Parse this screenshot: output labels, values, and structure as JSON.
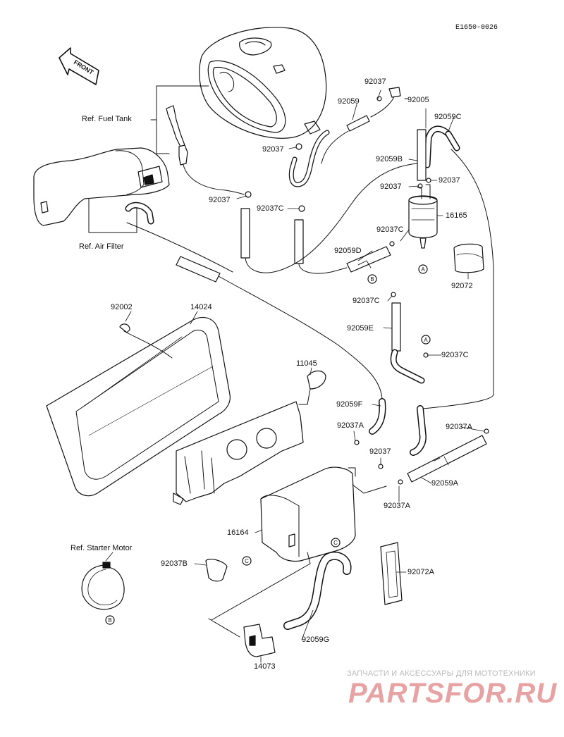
{
  "header": {
    "code": "E1650-0026"
  },
  "front_label": "FRONT",
  "refs": {
    "fuel_tank": "Ref. Fuel Tank",
    "air_filter": "Ref. Air Filter",
    "starter_motor": "Ref. Starter Motor"
  },
  "parts": {
    "p92037_top": "92037",
    "p92059": "92059",
    "p92005": "92005",
    "p92059C": "92059C",
    "p92037_l": "92037",
    "p92059B": "92059B",
    "p92037_mid_l": "92037",
    "p92037_mid_r": "92037",
    "p16165": "16165",
    "p92037_left": "92037",
    "p92037C_a": "92037C",
    "p92037C_b": "92037C",
    "p92059D": "92059D",
    "p92072": "92072",
    "p92037C_c": "92037C",
    "p92059E": "92059E",
    "p92037C_d": "92037C",
    "p92002": "92002",
    "p14024": "14024",
    "p11045": "11045",
    "p92059F": "92059F",
    "p92037A_a": "92037A",
    "p92037A_b": "92037A",
    "p92037_low": "92037",
    "p92059A": "92059A",
    "p92037A_c": "92037A",
    "p16164": "16164",
    "p92037B": "92037B",
    "p92072A": "92072A",
    "p92059G": "92059G",
    "p14073": "14073"
  },
  "markers": {
    "A": "A",
    "B": "B",
    "C": "C"
  },
  "watermark": {
    "line1": "ЗАПЧАСТИ И АКСЕССУАРЫ ДЛЯ МОТОТЕХНИКИ",
    "line2": "PARTSFOR.RU"
  }
}
